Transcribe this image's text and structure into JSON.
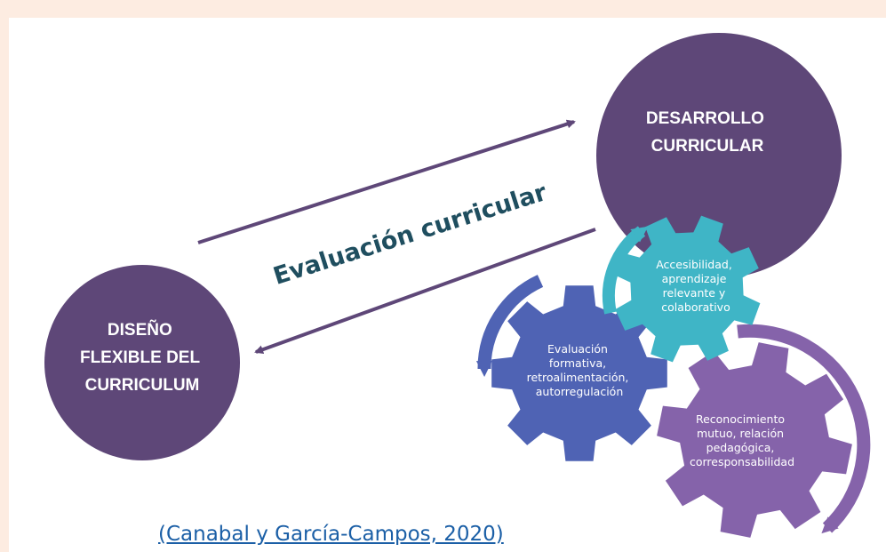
{
  "diagram": {
    "left_circle": {
      "lines": [
        "DISEÑO",
        "FLEXIBLE DEL",
        "CURRICULUM"
      ]
    },
    "right_circle": {
      "lines": [
        "DESARROLLO",
        "CURRICULAR"
      ]
    },
    "arrow_label": "Evaluación curricular",
    "gears": [
      {
        "lines": [
          "Accesibilidad,",
          "aprendizaje",
          "relevante y",
          "colaborativo"
        ]
      },
      {
        "lines": [
          "Evaluación",
          "formativa,",
          "retroalimentación,",
          "autorregulación"
        ]
      },
      {
        "lines": [
          "Reconocimiento",
          "mutuo, relación",
          "pedagógica,",
          "corresponsabilidad"
        ]
      }
    ],
    "citation": "(Canabal y García-Campos, 2020)",
    "colors": {
      "circle": "#5e4778",
      "arrow": "#5e4778",
      "gear_teal": "#3fb5c6",
      "gear_blue": "#4f63b4",
      "gear_purple": "#8563aa",
      "eval_text": "#1f4e5f",
      "citation": "#1b5fa6",
      "page_bg": "#fdece1"
    }
  }
}
